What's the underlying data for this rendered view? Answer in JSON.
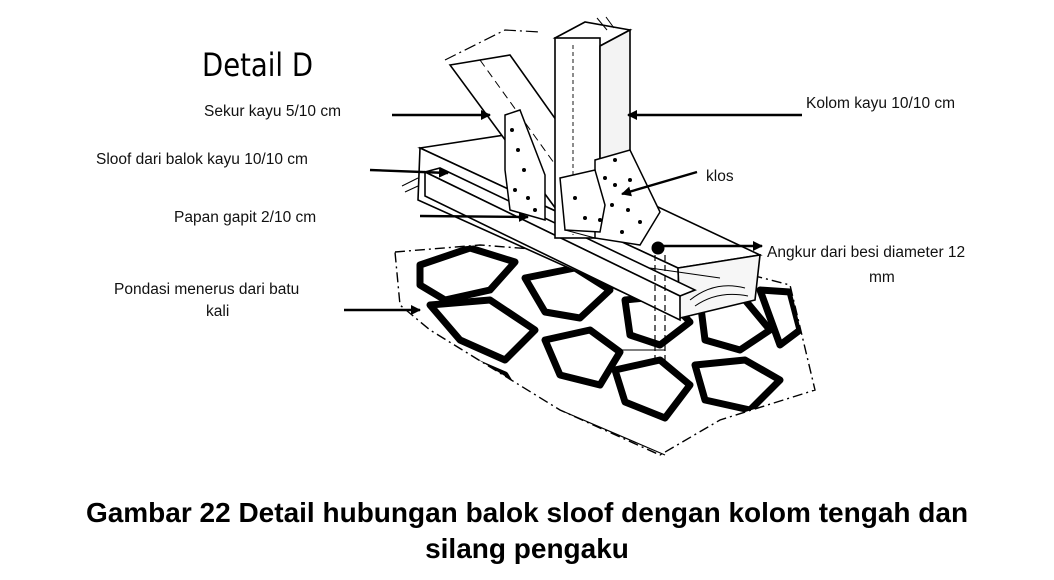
{
  "figure": {
    "title": "Detail D",
    "labels": {
      "sekur": "Sekur  kayu 5/10 cm",
      "sloof": "Sloof dari balok kayu 10/10 cm",
      "papan": "Papan gapit 2/10 cm",
      "pondasi_line1": "Pondasi menerus dari batu",
      "pondasi_line2": "kali",
      "kolom": "Kolom  kayu 10/10 cm",
      "klos": "klos",
      "angkur_line1": "Angkur dari besi diameter 12",
      "angkur_line2": "mm"
    }
  },
  "caption": {
    "line1": "Gambar 22 Detail hubungan balok sloof dengan kolom tengah dan",
    "line2": "silang pengaku"
  }
}
